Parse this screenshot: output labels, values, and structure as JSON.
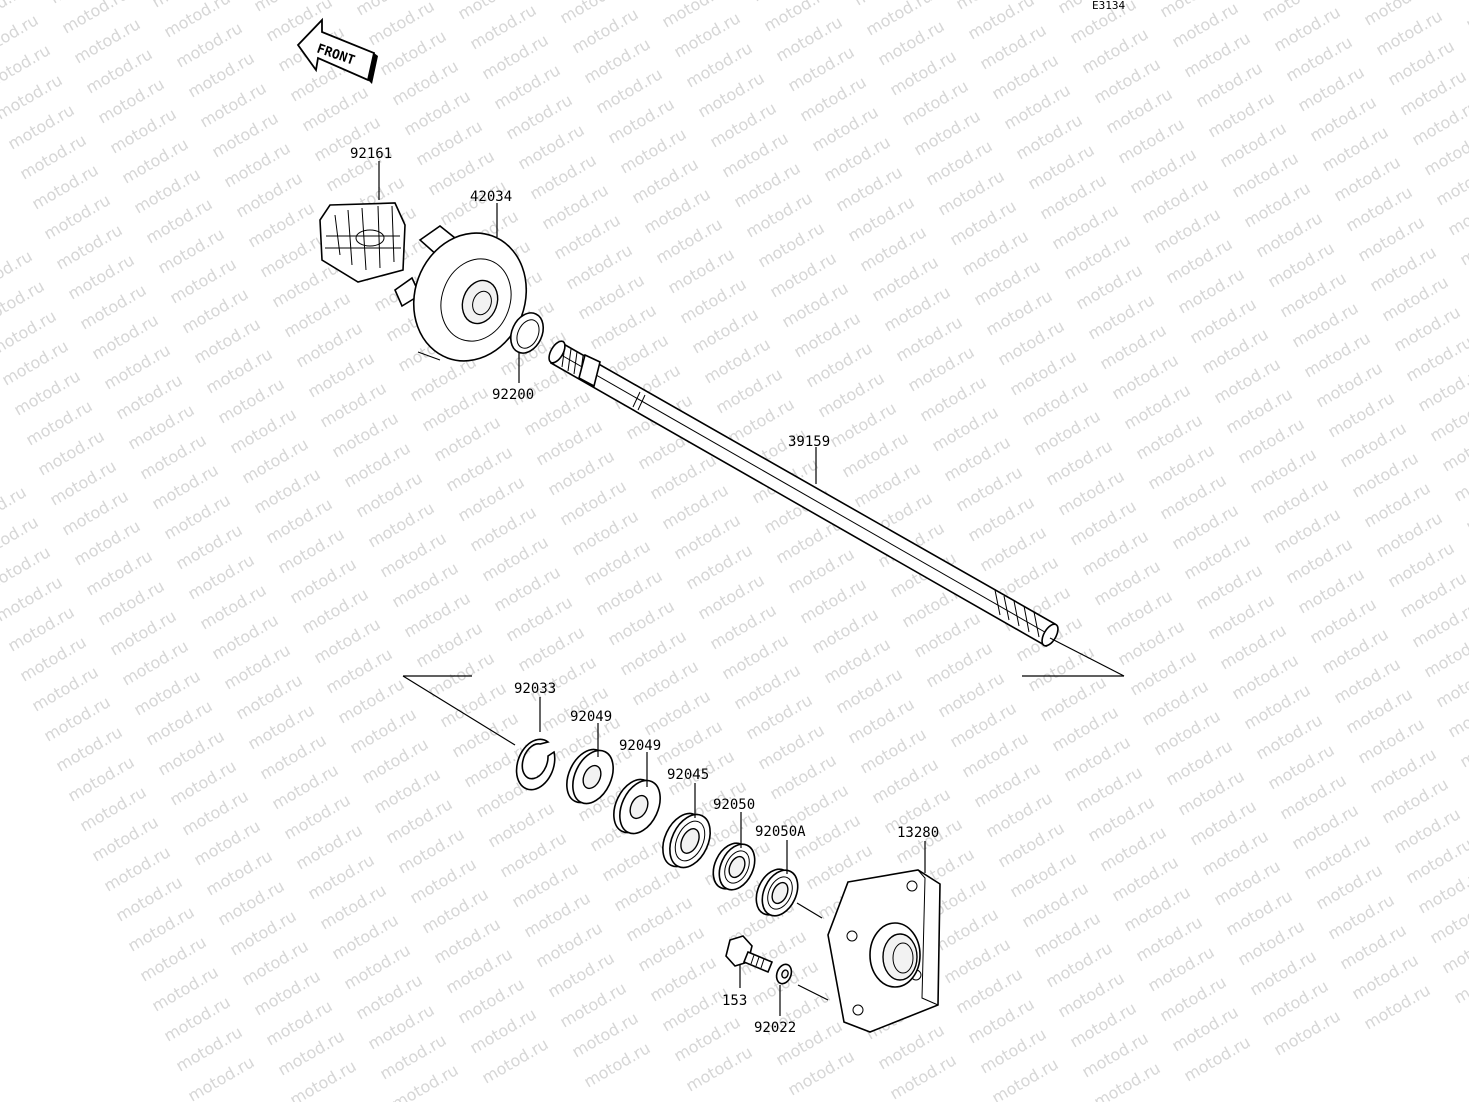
{
  "diagram": {
    "code": "E3134",
    "front_label": "FRONT",
    "watermark": "motod.ru",
    "parts": [
      {
        "id": "p1",
        "number": "92161"
      },
      {
        "id": "p2",
        "number": "42034"
      },
      {
        "id": "p3",
        "number": "92200"
      },
      {
        "id": "p4",
        "number": "39159"
      },
      {
        "id": "p5",
        "number": "92033"
      },
      {
        "id": "p6",
        "number": "92049"
      },
      {
        "id": "p7",
        "number": "92049"
      },
      {
        "id": "p8",
        "number": "92045"
      },
      {
        "id": "p9",
        "number": "92050"
      },
      {
        "id": "p10",
        "number": "92050A"
      },
      {
        "id": "p11",
        "number": "13280"
      },
      {
        "id": "p12",
        "number": "153"
      },
      {
        "id": "p13",
        "number": "92022"
      }
    ]
  }
}
